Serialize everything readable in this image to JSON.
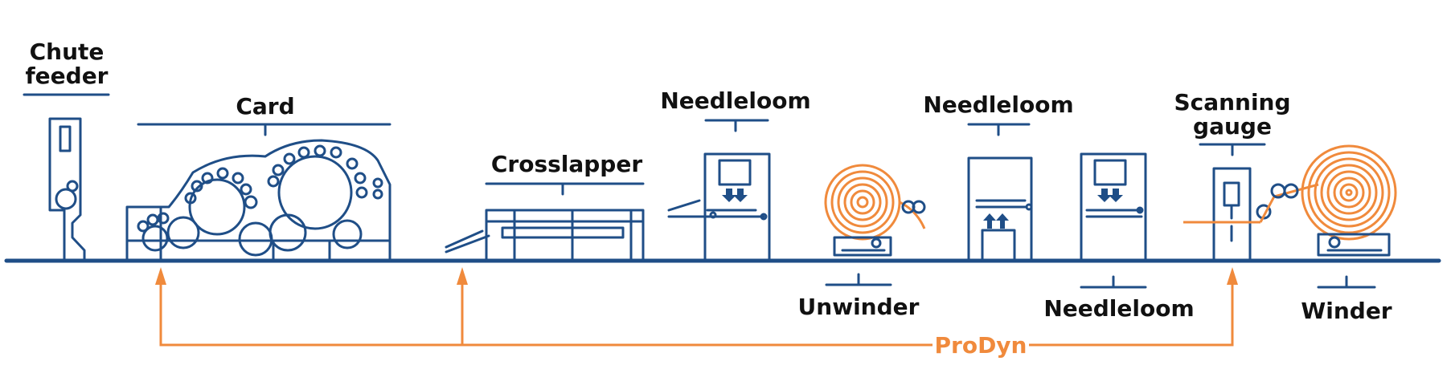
{
  "labels": {
    "chute_feeder": [
      "Chute",
      "feeder"
    ],
    "card": "Card",
    "crosslapper": "Crosslapper",
    "needleloom_1": "Needleloom",
    "unwinder": "Unwinder",
    "needleloom_2": "Needleloom",
    "needleloom_3": "Needleloom",
    "scanning_gauge": [
      "Scanning",
      "gauge"
    ],
    "winder": "Winder",
    "prodyn": "ProDyn"
  },
  "colors": {
    "machine": "#1f4e87",
    "prodyn": "#f08a3c",
    "text": "#111111"
  }
}
